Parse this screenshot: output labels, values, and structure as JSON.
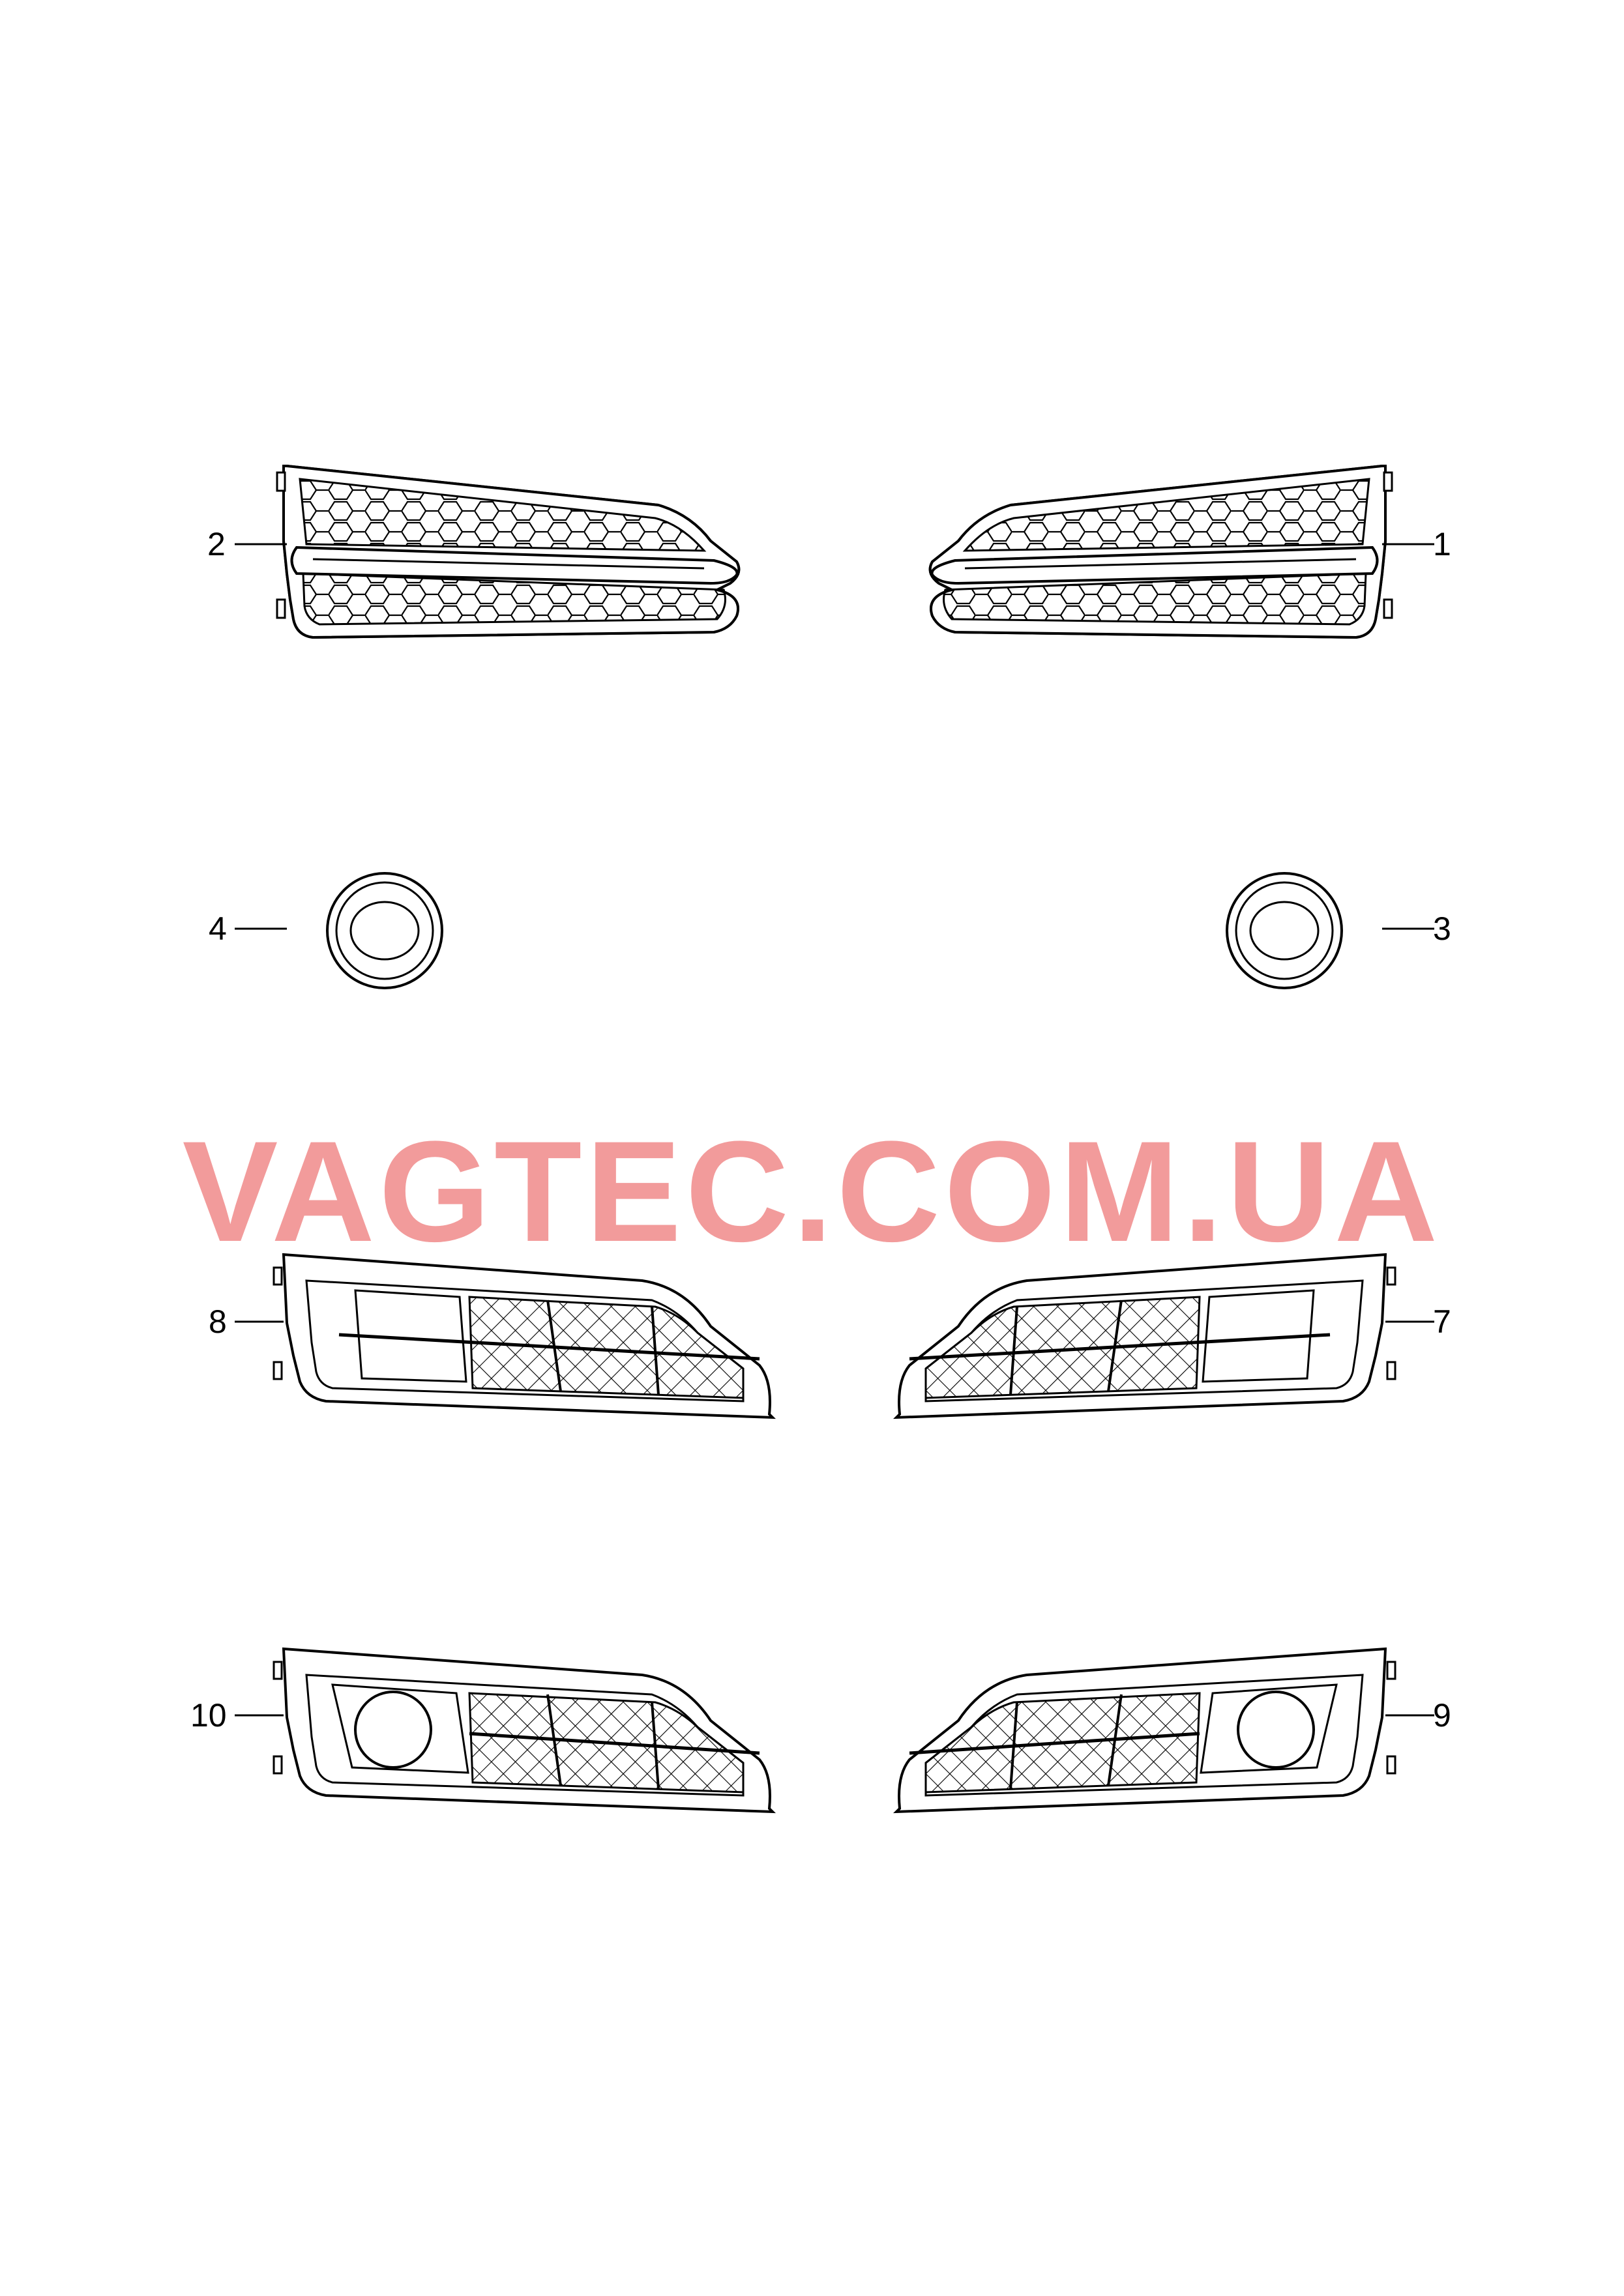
{
  "watermark": "VAGTEC.COM.UA",
  "parts": [
    {
      "id": "1",
      "label": "1"
    },
    {
      "id": "2",
      "label": "2"
    },
    {
      "id": "3",
      "label": "3"
    },
    {
      "id": "4",
      "label": "4"
    },
    {
      "id": "7",
      "label": "7"
    },
    {
      "id": "8",
      "label": "8"
    },
    {
      "id": "9",
      "label": "9"
    },
    {
      "id": "10",
      "label": "10"
    }
  ],
  "colors": {
    "line": "#000000",
    "watermark": "#f08a8a",
    "background": "#ffffff"
  }
}
